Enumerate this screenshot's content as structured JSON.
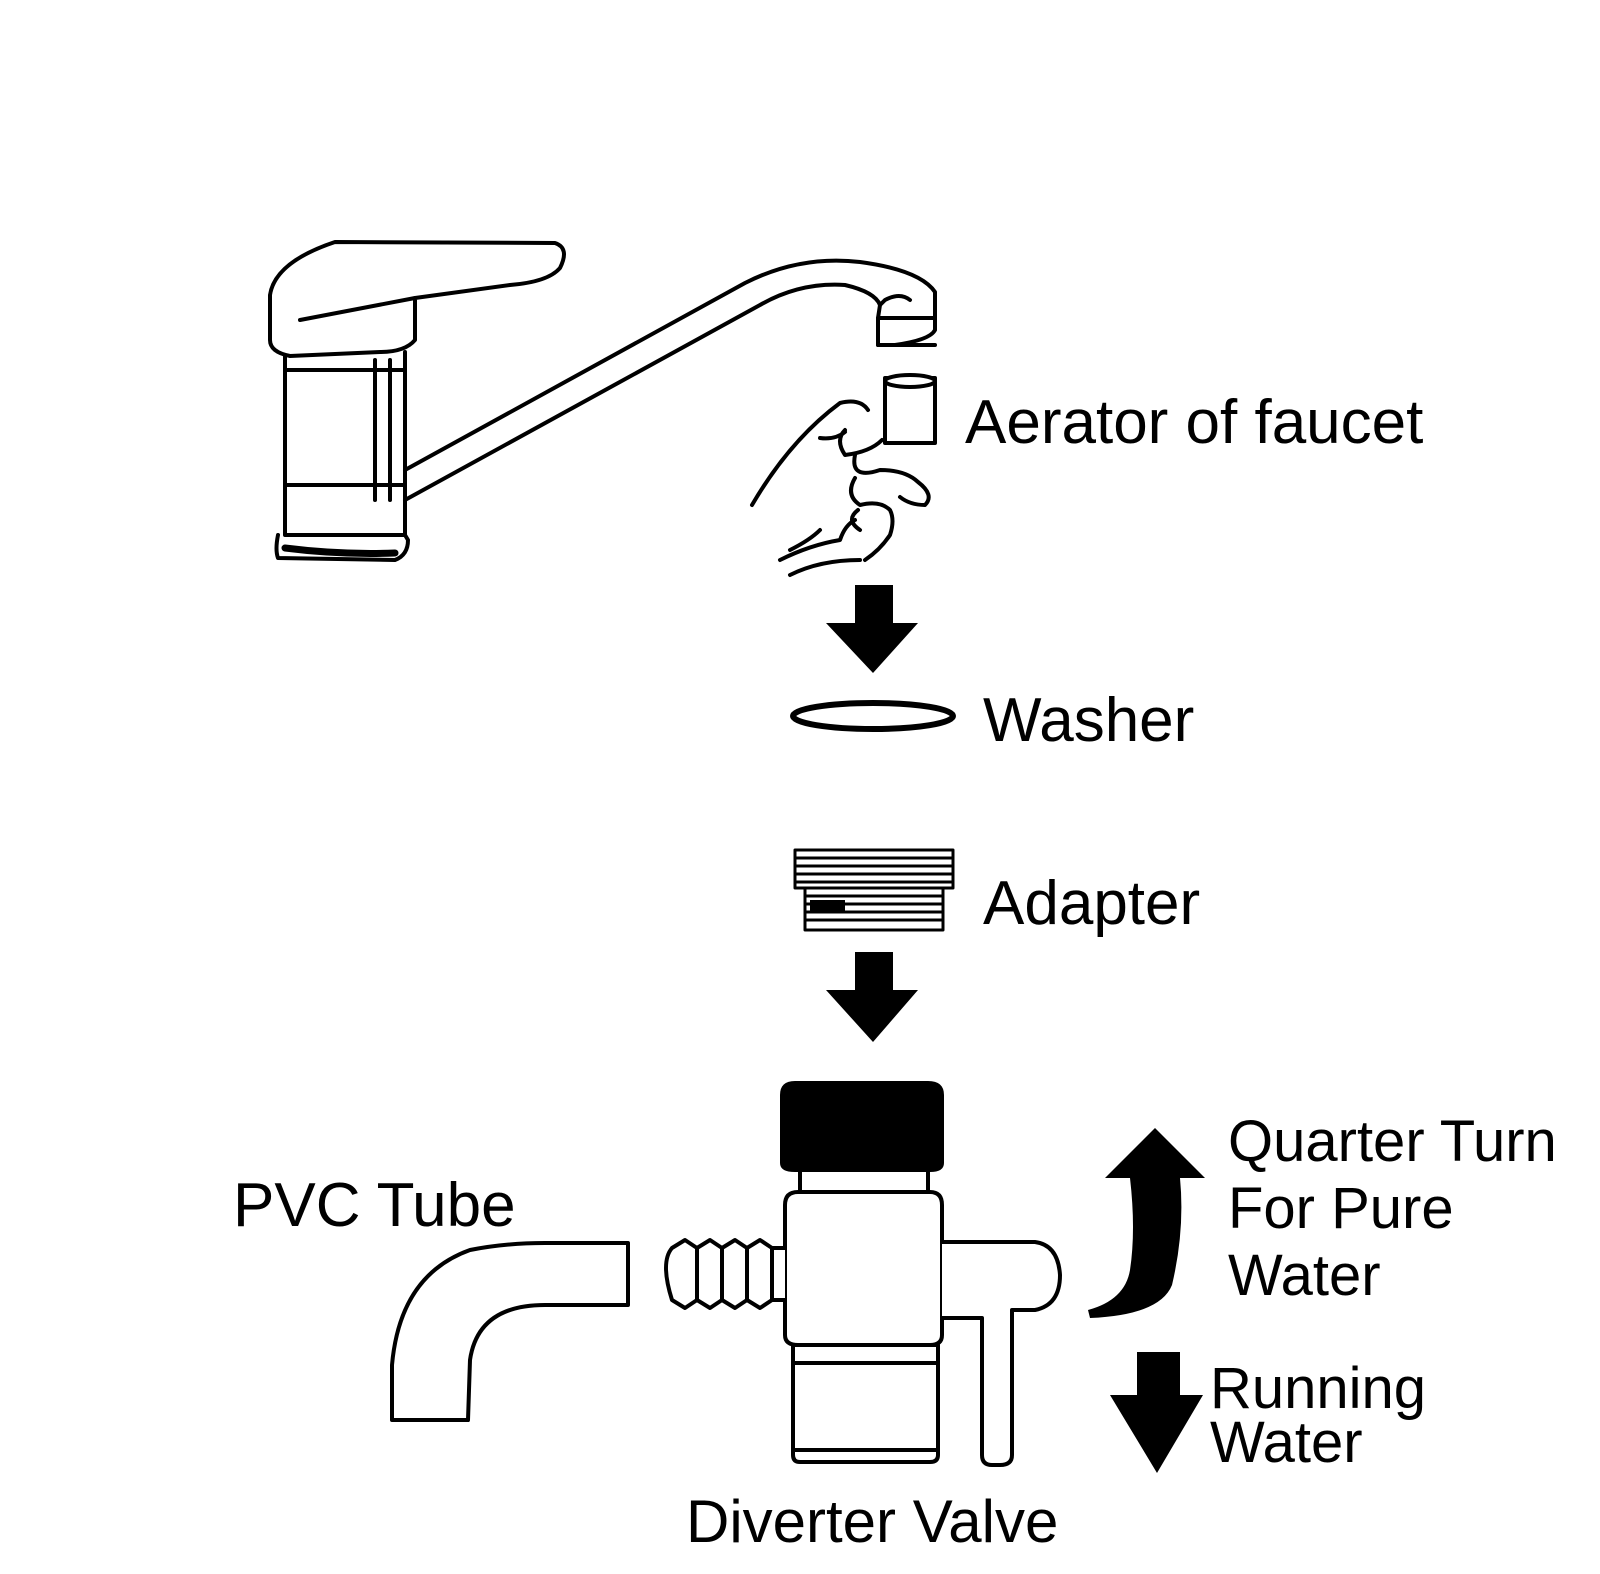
{
  "labels": {
    "aerator": "Aerator of faucet",
    "washer": "Washer",
    "adapter": "Adapter",
    "pvc_tube": "PVC Tube",
    "quarter_turn": [
      "Quarter Turn",
      "For Pure",
      "Water"
    ],
    "running_water": [
      "Running",
      "Water"
    ],
    "diverter_valve": "Diverter Valve"
  },
  "icons": {
    "faucet": "faucet-icon",
    "hand": "hand-icon",
    "aerator": "aerator-icon",
    "washer": "washer-ring-icon",
    "adapter": "adapter-icon",
    "diverter": "diverter-valve-icon",
    "pvc": "pvc-tube-icon",
    "arrow_down": "arrow-down-icon",
    "arrow_up_curved": "curved-arrow-up-icon"
  },
  "colors": {
    "ink": "#000000",
    "background": "#ffffff"
  }
}
